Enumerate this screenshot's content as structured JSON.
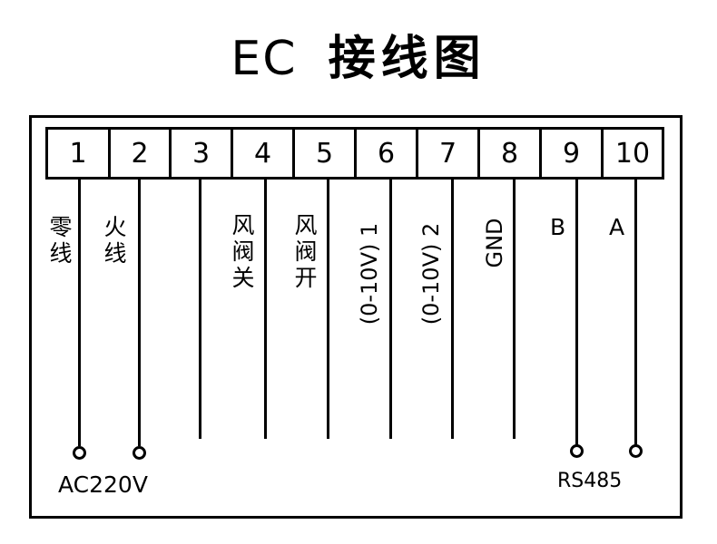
{
  "title": {
    "prefix": "EC",
    "main": "接线图"
  },
  "terminals": [
    "1",
    "2",
    "3",
    "4",
    "5",
    "6",
    "7",
    "8",
    "9",
    "10"
  ],
  "labels": {
    "t1": "零线",
    "t2": "火线",
    "t4": "风阀关",
    "t5": "风阀开",
    "t6": "(0-10V) 1",
    "t7": "(0-10V) 2",
    "t8": "GND",
    "t9": "B",
    "t10": "A"
  },
  "power_label": "AC220V",
  "rs485_label": "RS485"
}
